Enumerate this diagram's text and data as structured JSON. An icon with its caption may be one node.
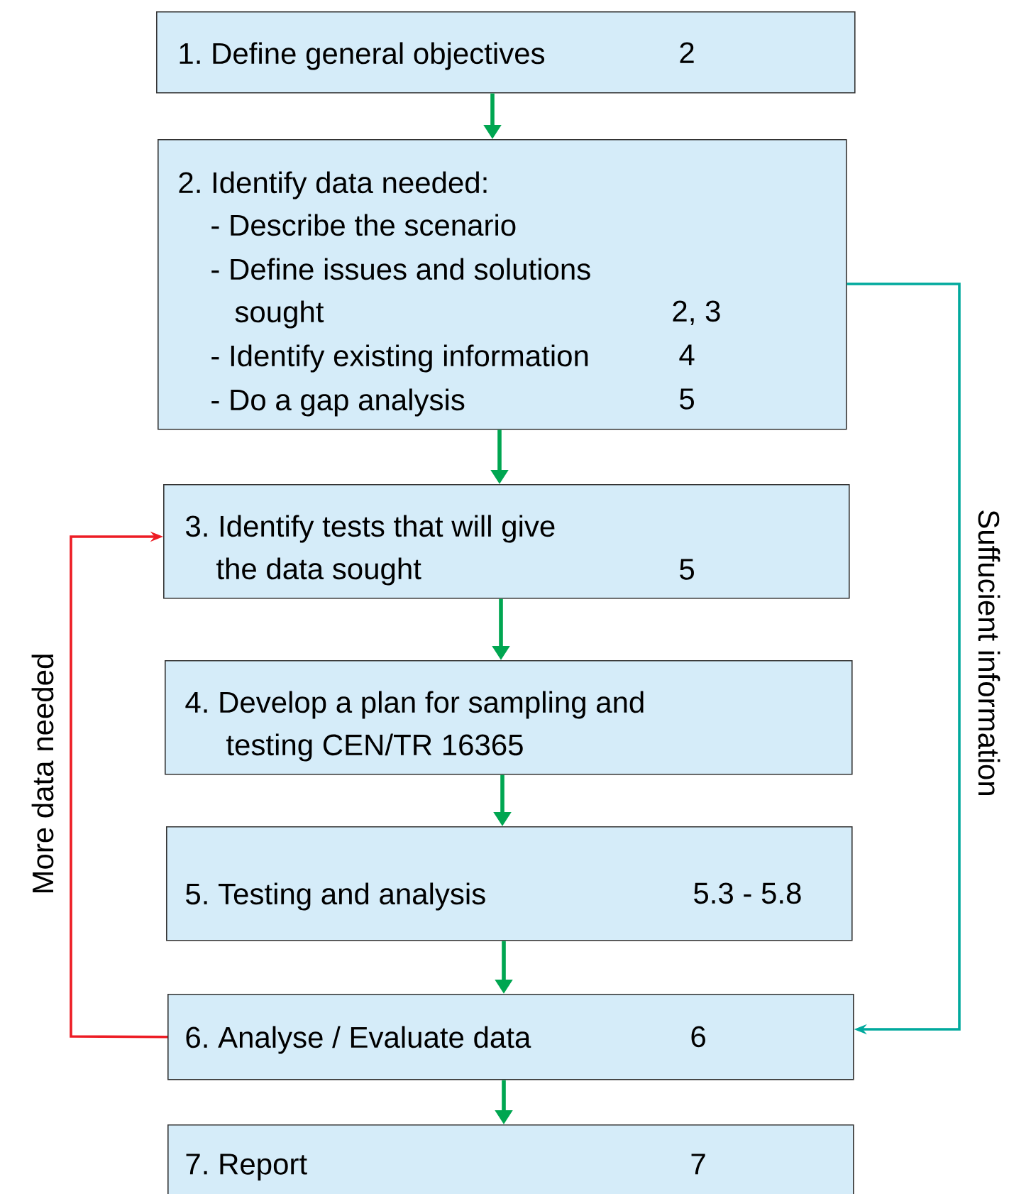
{
  "diagram": {
    "nodes": [
      {
        "text": [
          "1. Define general objectives",
          "2"
        ]
      },
      {
        "text": [
          "2. Identify data needed:",
          "- Describe the scenario",
          "- Define issues and solutions sought",
          "2, 3",
          "- Identify existing information",
          "4",
          "- Do a gap analysis",
          "5"
        ]
      },
      {
        "text": [
          "3. Identify tests that will give the data sought",
          "5"
        ]
      },
      {
        "text": [
          "4. Develop a plan for sampling and testing CEN/TR 16365"
        ]
      },
      {
        "text": [
          "5. Testing and analysis",
          "5.3 - 5.8"
        ]
      },
      {
        "text": [
          "6. Analyse / Evaluate data",
          "6"
        ]
      },
      {
        "text": [
          "7. Report",
          "7"
        ]
      }
    ],
    "edges": [
      {
        "from": 0,
        "to": 1,
        "arrow": "to"
      },
      {
        "from": 1,
        "to": 2,
        "arrow": "to"
      },
      {
        "from": 2,
        "to": 3,
        "arrow": "to"
      },
      {
        "from": 3,
        "to": 4,
        "arrow": "to"
      },
      {
        "from": 4,
        "to": 5,
        "arrow": "to"
      },
      {
        "from": 5,
        "to": 6,
        "arrow": "to"
      },
      {
        "from": 5,
        "to": 2,
        "arrow": "to",
        "label": "More data needed",
        "color": "#ed1c24"
      },
      {
        "from": 1,
        "to": 5,
        "arrow": "to",
        "label": "Suffucient information",
        "color": "#00a99d"
      }
    ]
  }
}
